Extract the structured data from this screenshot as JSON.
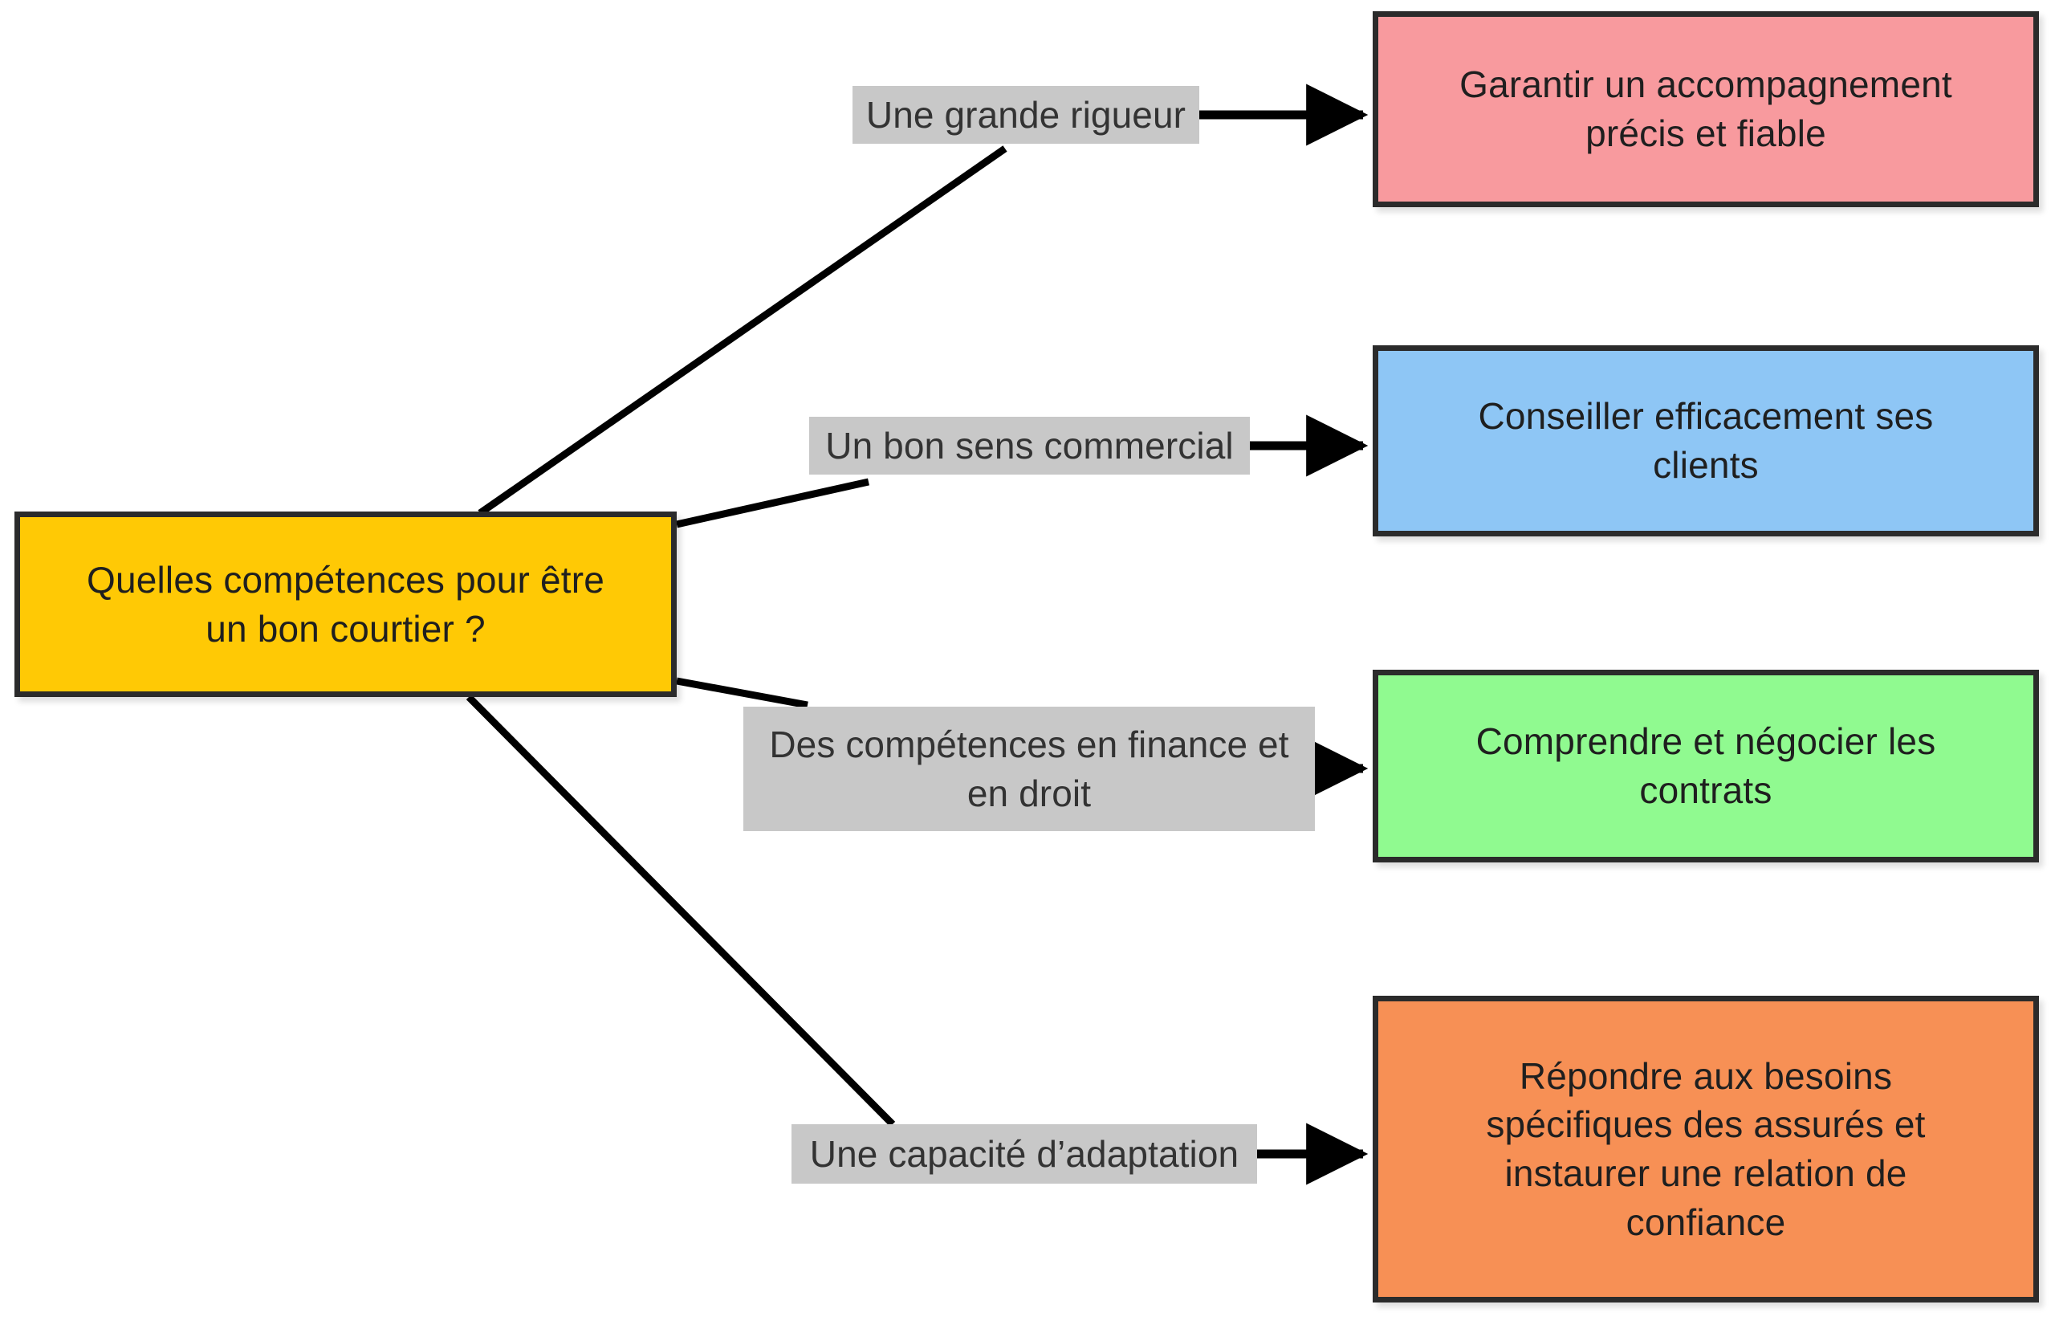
{
  "diagram": {
    "title_node": {
      "text": "Quelles compétences pour être\nun bon courtier ?",
      "color": "#ffc905"
    },
    "branches": [
      {
        "label": "Une grande rigueur",
        "outcome": "Garantir un accompagnement\nprécis et fiable",
        "color": "#f89a9e",
        "label_color": "#c8c8c8"
      },
      {
        "label": "Un bon sens commercial",
        "outcome": "Conseiller efficacement ses\nclients",
        "color": "#8ec6f5",
        "label_color": "#c8c8c8"
      },
      {
        "label": "Des compétences en finance et\nen droit",
        "outcome": "Comprendre et négocier les\ncontrats",
        "color": "#90fa90",
        "label_color": "#c8c8c8"
      },
      {
        "label": "Une capacité d’adaptation",
        "outcome": "Répondre aux besoins\nspécifiques des assurés et\ninstaurer une relation de\nconfiance",
        "color": "#f79055",
        "label_color": "#c8c8c8"
      }
    ],
    "edge_color": "#000000",
    "border_color": "#2b2b2b",
    "background": "#ffffff"
  }
}
